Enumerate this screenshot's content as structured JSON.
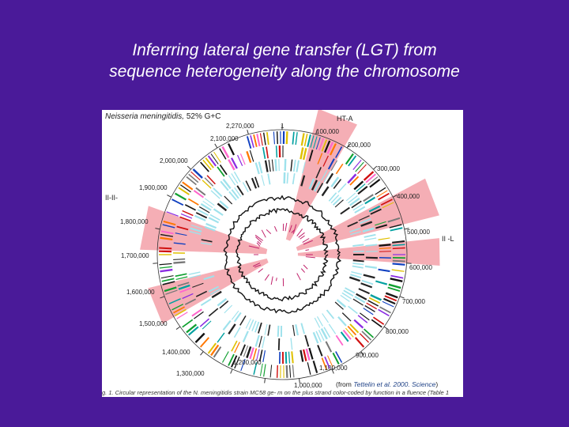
{
  "slide": {
    "title_line1": "Inferrring lateral gene transfer (LGT) from",
    "title_line2": "sequence heterogeneity along the chromosome"
  },
  "figure": {
    "organism": "Neisseria meningitidis,",
    "gc_content": "52% G+C",
    "coordinate_labels": [
      "2,270,000",
      "1",
      "100,000",
      "2,100,000",
      "200,000",
      "2,000,000",
      "300,000",
      "1,900,000",
      "400,000",
      "1,800,000",
      "500,000",
      "1,700,000",
      "600,000",
      "1,600,000",
      "700,000",
      "1,500,000",
      "800,000",
      "1,400,000",
      "900,000",
      "1,300,000",
      "1,200,000",
      "1,000,000",
      "1,100,000"
    ],
    "region_labels": [
      "HT-A",
      "II-II-",
      "II -L"
    ],
    "credit_prefix": "(from",
    "credit_source": "Tettelin et al. 2000. Science",
    "credit_suffix": ")",
    "caption": "g. 1. Circular representation of the N. meningitidis strain MC58 ge-          m on the plus strand color-coded by function in a fluence (Table 1"
  },
  "colors": {
    "background": "#4a1a99",
    "highlight": "#f3a0a8",
    "plus_ring": "#1a1a1a",
    "cyan_ring": "#9fe2ec"
  }
}
